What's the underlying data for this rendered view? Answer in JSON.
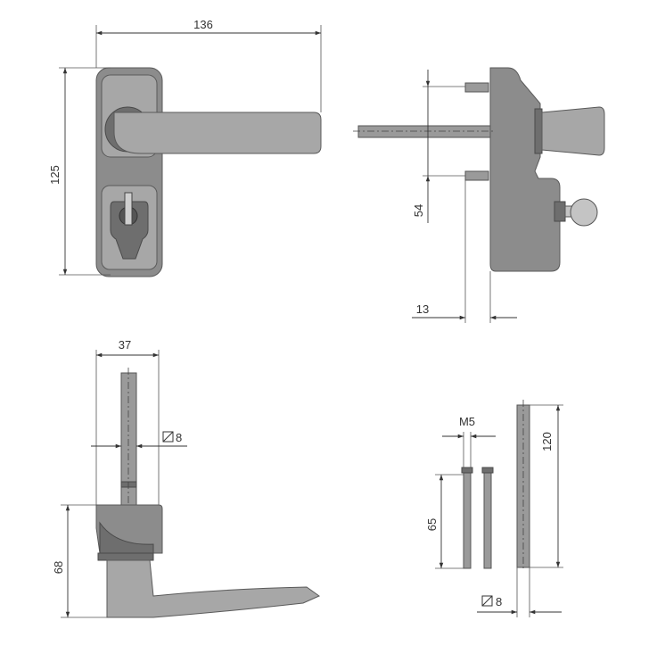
{
  "dimensions": {
    "front_width": "136",
    "front_height": "125",
    "side_spacing": "54",
    "side_offset": "13",
    "spindle_width": "37",
    "spindle_square": "8",
    "lever_height": "68",
    "screw_thread": "M5",
    "screw_length": "65",
    "bar_length": "120",
    "bar_square": "8"
  },
  "colors": {
    "body": "#8c8c8c",
    "light": "#a7a7a7",
    "dark": "#6e6e6e",
    "line": "#333333"
  },
  "icons": [
    "square-section-icon"
  ]
}
